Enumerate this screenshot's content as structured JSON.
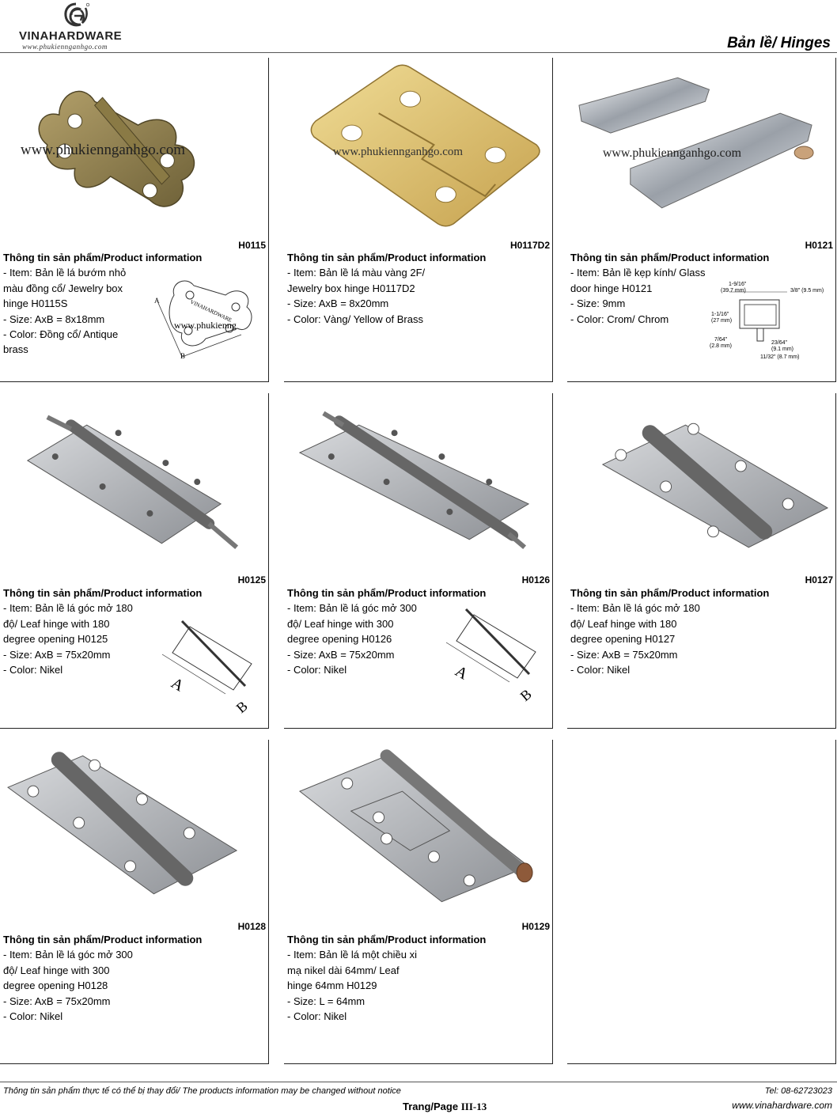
{
  "header": {
    "brand": "VINAHARDWARE",
    "brand_url": "www.phukiennganhgo.com",
    "section_title": "Bản lề/ Hinges",
    "logo_icon": "swirl-g-logo-icon"
  },
  "watermark": "www.phukiennganhgo.com",
  "products": [
    {
      "code": "H0115",
      "heading": "Thông tin sản phẩm/Product information",
      "lines": [
        "- Item: Bản lề lá bướm nhỏ",
        "màu đồng cổ/ Jewelry box",
        "hinge H0115S",
        "- Size: AxB = 8x18mm",
        "- Color: Đồng cổ/ Antique",
        "brass"
      ],
      "drawing": {
        "a": "A",
        "b": "B",
        "brand": "VINAHARDWARE",
        "url": "www.phukiennganhgo.com"
      }
    },
    {
      "code": "H0117D2",
      "heading": "Thông tin sản phẩm/Product information",
      "lines": [
        "- Item: Bản lề lá màu vàng 2F/",
        "Jewelry box hinge H0117D2",
        "- Size: AxB = 8x20mm",
        "- Color: Vàng/ Yellow of Brass"
      ]
    },
    {
      "code": "H0121",
      "heading": "Thông tin sản phẩm/Product information",
      "lines": [
        "- Item: Bản lề kẹp kính/ Glass",
        "door hinge H0121",
        "- Size: 9mm",
        "- Color: Crom/ Chrom"
      ],
      "drawing": {
        "d1": "1-9/16\"",
        "d1mm": "(39.7 mm)",
        "d2": "3/8\" (9.5 mm)",
        "d3": "1-1/16\"",
        "d3mm": "(27 mm)",
        "d4": "7/64\"",
        "d4mm": "(2.8 mm)",
        "d5": "23/64\"",
        "d5mm": "(9.1 mm)",
        "d6": "11/32\" (8.7 mm)"
      }
    },
    {
      "code": "H0125",
      "heading": "Thông tin sản phẩm/Product information",
      "lines": [
        "- Item: Bản lề lá góc mở 180",
        "độ/ Leaf hinge with 180",
        "degree opening H0125",
        "- Size: AxB = 75x20mm",
        "- Color: Nikel"
      ],
      "drawing": {
        "a": "A",
        "b": "B"
      }
    },
    {
      "code": "H0126",
      "heading": "Thông tin sản phẩm/Product information",
      "lines": [
        "- Item: Bản lề lá góc mở 300",
        "độ/ Leaf hinge with 300",
        "degree opening H0126",
        "- Size: AxB = 75x20mm",
        "- Color: Nikel"
      ],
      "drawing": {
        "a": "A",
        "b": "B"
      }
    },
    {
      "code": "H0127",
      "heading": "Thông tin sản phẩm/Product information",
      "lines": [
        "- Item: Bản lề lá góc mở 180",
        "độ/ Leaf hinge with 180",
        "degree opening H0127",
        "- Size: AxB = 75x20mm",
        "- Color: Nikel"
      ]
    },
    {
      "code": "H0128",
      "heading": "Thông tin sản phẩm/Product information",
      "lines": [
        "- Item: Bản lề lá góc mở 300",
        "độ/ Leaf hinge with 300",
        "degree opening H0128",
        "- Size: AxB = 75x20mm",
        "- Color: Nikel"
      ]
    },
    {
      "code": "H0129",
      "heading": "Thông tin sản phẩm/Product information",
      "lines": [
        "- Item: Bản lề lá một chiều xi",
        "mạ nikel dài 64mm/ Leaf",
        "hinge 64mm H0129",
        "- Size: L = 64mm",
        "- Color: Nikel"
      ]
    }
  ],
  "footer": {
    "notice": "Thông tin sản phẩm thực tế có thể bị thay đổi/ The products information may be changed without notice",
    "tel": "Tel: 08-62723023",
    "page_label": "Trang/Page",
    "page_number": "III-13",
    "website": "www.vinahardware.com"
  },
  "colors": {
    "antique_brass": "#8a7a45",
    "yellow_brass": "#d9bd6a",
    "chrome": "#c9cdd3",
    "nickel": "#a9acb0"
  }
}
